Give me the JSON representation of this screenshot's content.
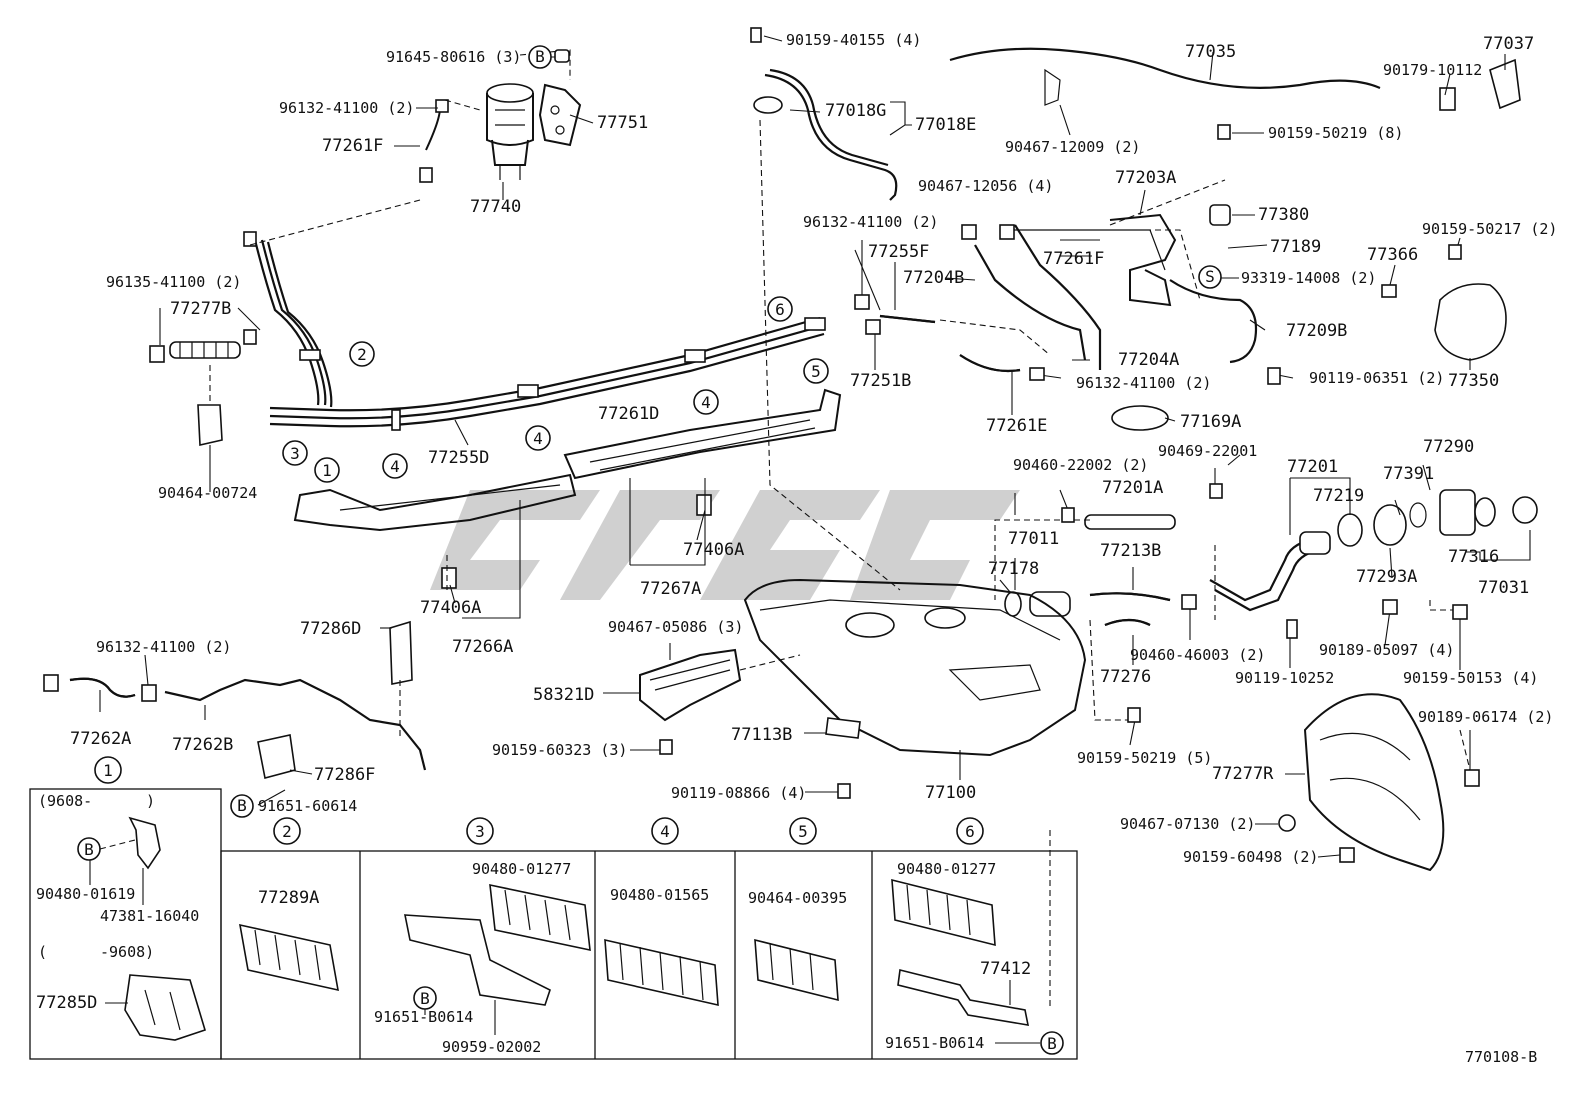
{
  "diagram_id": "770108-B",
  "labels": [
    {
      "id": "l01",
      "text": "91645-80616 (3)"
    },
    {
      "id": "l02",
      "text": "96132-41100 (2)"
    },
    {
      "id": "l03",
      "text": "77751"
    },
    {
      "id": "l04",
      "text": "77261F"
    },
    {
      "id": "l05",
      "text": "77740"
    },
    {
      "id": "l06",
      "text": "90159-40155 (4)"
    },
    {
      "id": "l07",
      "text": "77018G"
    },
    {
      "id": "l08",
      "text": "77018E"
    },
    {
      "id": "l09",
      "text": "77035"
    },
    {
      "id": "l10",
      "text": "90467-12009 (2)"
    },
    {
      "id": "l11",
      "text": "77037"
    },
    {
      "id": "l12",
      "text": "90179-10112"
    },
    {
      "id": "l13",
      "text": "90159-50219 (8)"
    },
    {
      "id": "l14",
      "text": "90467-12056 (4)"
    },
    {
      "id": "l15",
      "text": "77203A"
    },
    {
      "id": "l16",
      "text": "77380"
    },
    {
      "id": "l17",
      "text": "77189"
    },
    {
      "id": "l18",
      "text": "93319-14008 (2)"
    },
    {
      "id": "l19",
      "text": "90159-50217 (2)"
    },
    {
      "id": "l20",
      "text": "77366"
    },
    {
      "id": "l21",
      "text": "96132-41100 (2)"
    },
    {
      "id": "l22",
      "text": "77255F"
    },
    {
      "id": "l23",
      "text": "77204B"
    },
    {
      "id": "l24",
      "text": "77261F"
    },
    {
      "id": "l25",
      "text": "77209B"
    },
    {
      "id": "l26",
      "text": "96135-41100 (2)"
    },
    {
      "id": "l27",
      "text": "77277B"
    },
    {
      "id": "l28",
      "text": "77251B"
    },
    {
      "id": "l29",
      "text": "77204A"
    },
    {
      "id": "l30",
      "text": "96132-41100 (2)"
    },
    {
      "id": "l31",
      "text": "90119-06351 (2)"
    },
    {
      "id": "l32",
      "text": "77350"
    },
    {
      "id": "l33",
      "text": "77261D"
    },
    {
      "id": "l34",
      "text": "77169A"
    },
    {
      "id": "l35",
      "text": "77261E"
    },
    {
      "id": "l36",
      "text": "77255D"
    },
    {
      "id": "l37",
      "text": "90464-00724"
    },
    {
      "id": "l38",
      "text": "90460-22002 (2)"
    },
    {
      "id": "l39",
      "text": "90469-22001"
    },
    {
      "id": "l40",
      "text": "77201A"
    },
    {
      "id": "l41",
      "text": "77201"
    },
    {
      "id": "l42",
      "text": "77219"
    },
    {
      "id": "l43",
      "text": "77391"
    },
    {
      "id": "l44",
      "text": "77290"
    },
    {
      "id": "l45",
      "text": "77406A"
    },
    {
      "id": "l46",
      "text": "77011"
    },
    {
      "id": "l47",
      "text": "77213B"
    },
    {
      "id": "l48",
      "text": "77178"
    },
    {
      "id": "l49",
      "text": "77316"
    },
    {
      "id": "l50",
      "text": "77293A"
    },
    {
      "id": "l51",
      "text": "77031"
    },
    {
      "id": "l52",
      "text": "77267A"
    },
    {
      "id": "l53",
      "text": "77406A"
    },
    {
      "id": "l54",
      "text": "77286D"
    },
    {
      "id": "l55",
      "text": "77266A"
    },
    {
      "id": "l56",
      "text": "96132-41100 (2)"
    },
    {
      "id": "l57",
      "text": "90467-05086 (3)"
    },
    {
      "id": "l58",
      "text": "90460-46003 (2)"
    },
    {
      "id": "l59",
      "text": "90189-05097 (4)"
    },
    {
      "id": "l60",
      "text": "58321D"
    },
    {
      "id": "l61",
      "text": "77276"
    },
    {
      "id": "l62",
      "text": "90119-10252"
    },
    {
      "id": "l63",
      "text": "90159-50153 (4)"
    },
    {
      "id": "l64",
      "text": "77262A"
    },
    {
      "id": "l65",
      "text": "77262B"
    },
    {
      "id": "l66",
      "text": "90159-60323 (3)"
    },
    {
      "id": "l67",
      "text": "77113B"
    },
    {
      "id": "l68",
      "text": "90189-06174 (2)"
    },
    {
      "id": "l69",
      "text": "90159-50219 (5)"
    },
    {
      "id": "l70",
      "text": "77277R"
    },
    {
      "id": "l71",
      "text": "77286F"
    },
    {
      "id": "l72",
      "text": "91651-60614"
    },
    {
      "id": "l73",
      "text": "90119-08866 (4)"
    },
    {
      "id": "l74",
      "text": "77100"
    },
    {
      "id": "l75",
      "text": "90467-07130 (2)"
    },
    {
      "id": "l76",
      "text": "90159-60498 (2)"
    }
  ],
  "callouts": {
    "n1": "1",
    "n2": "2",
    "n3": "3",
    "n4": "4",
    "n5": "5",
    "n6": "6",
    "b": "B",
    "s": "S"
  },
  "inset1": {
    "number": "1",
    "range_top": "(9608-",
    "range_top_close": ")",
    "range_bottom_open": "(",
    "range_bottom": "-9608)",
    "part_a": "90480-01619",
    "part_b": "47381-16040",
    "part_c": "77285D"
  },
  "panels": [
    {
      "number": "2",
      "parts": [
        "77289A"
      ]
    },
    {
      "number": "3",
      "parts": [
        "90480-01277",
        "91651-B0614",
        "90959-02002"
      ]
    },
    {
      "number": "4",
      "parts": [
        "90480-01565"
      ]
    },
    {
      "number": "5",
      "parts": [
        "90464-00395"
      ]
    },
    {
      "number": "6",
      "parts": [
        "90480-01277",
        "77412",
        "91651-B0614"
      ]
    }
  ],
  "watermark_color": "#c8c8c8",
  "line_color": "#111111"
}
